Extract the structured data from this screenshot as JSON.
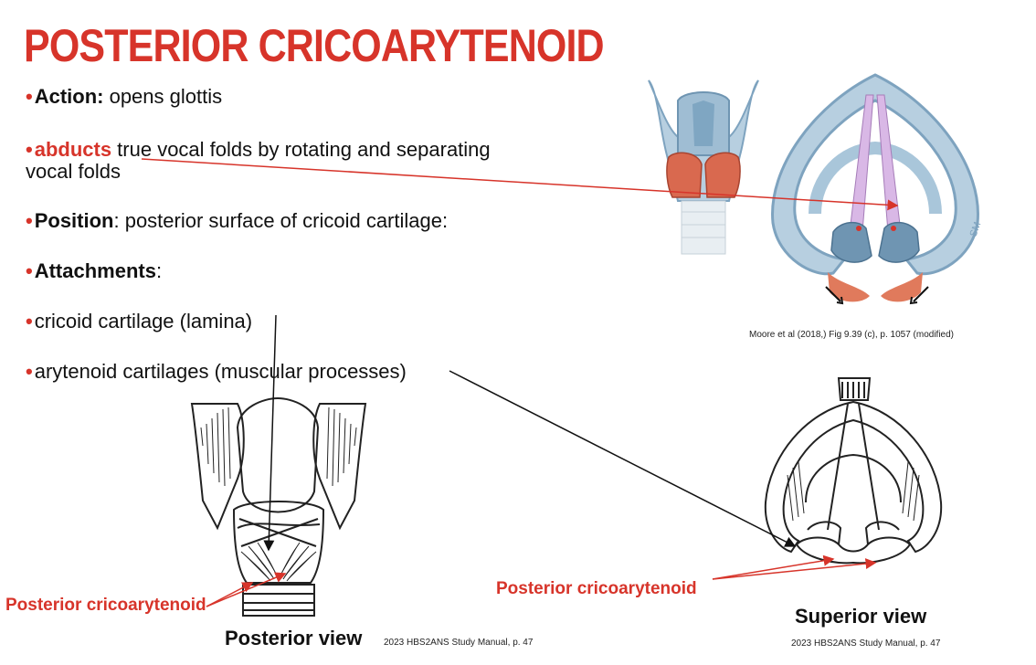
{
  "slide": {
    "title": "POSTERIOR CRICOARYTENOID",
    "bullets": {
      "action_label": "Action:",
      "action_text": " opens glottis",
      "abducts_label": "abducts",
      "abducts_text": " true vocal folds by rotating and separating",
      "abducts_text2": "vocal folds",
      "position_label": "Position",
      "position_text": ": posterior surface of cricoid cartilage:",
      "attachments_label": "Attachments",
      "attachments_text": ":",
      "cricoid": "cricoid cartilage (lamina)",
      "arytenoid": "arytenoid cartilages (muscular processes)"
    },
    "figures": {
      "moore_caption": "Moore et al (2018,) Fig 9.39 (c), p. 1057 (modified)",
      "posterior_view": "Posterior view",
      "superior_view": "Superior view",
      "manual_caption_left": "2023 HBS2ANS Study Manual, p. 47",
      "manual_caption_right": "2023 HBS2ANS Study Manual, p. 47",
      "label_left": "Posterior cricoarytenoid",
      "label_right": "Posterior cricoarytenoid",
      "initials": "SM"
    }
  },
  "colors": {
    "accent": "#d7342a",
    "cartilage": "#a9c6da",
    "muscle": "#d9694f"
  }
}
